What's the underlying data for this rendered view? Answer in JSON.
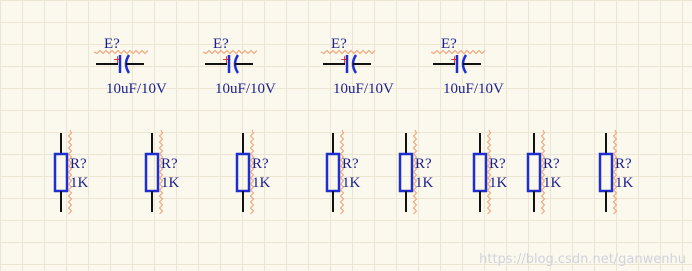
{
  "colors": {
    "wire": "#111111",
    "body": "#1f2fcf",
    "text": "#1a1f8c",
    "polarity": "#e02020",
    "squiggle": "#f0a070"
  },
  "capacitors": [
    {
      "designator": "E?",
      "value": "10uF/10V",
      "polarity": "+"
    },
    {
      "designator": "E?",
      "value": "10uF/10V",
      "polarity": "+"
    },
    {
      "designator": "E?",
      "value": "10uF/10V",
      "polarity": "+"
    },
    {
      "designator": "E?",
      "value": "10uF/10V",
      "polarity": "+"
    }
  ],
  "resistors": [
    {
      "designator": "R?",
      "value": "1K"
    },
    {
      "designator": "R?",
      "value": "1K"
    },
    {
      "designator": "R?",
      "value": "1K"
    },
    {
      "designator": "R?",
      "value": "1K"
    },
    {
      "designator": "R?",
      "value": "1K"
    },
    {
      "designator": "R?",
      "value": "1K"
    },
    {
      "designator": "R?",
      "value": "1K"
    },
    {
      "designator": "R?",
      "value": "1K"
    }
  ],
  "watermark": "https://blog.csdn.net/ganwenhu"
}
